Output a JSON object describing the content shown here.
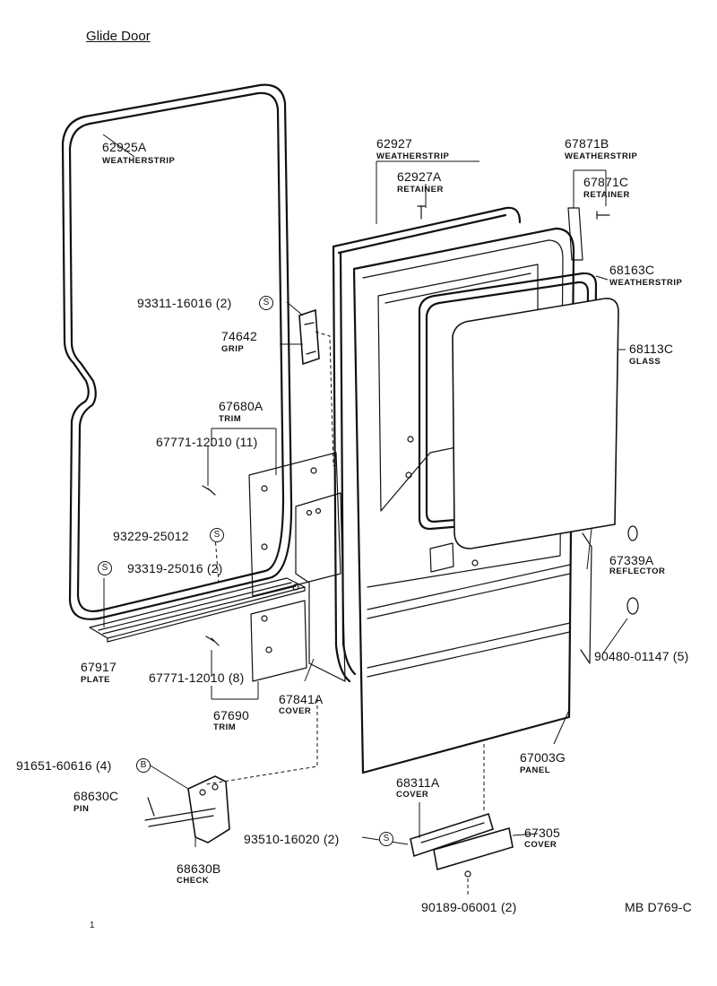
{
  "title": "Glide Door",
  "code": "MB D769-C",
  "footnote": "1",
  "parts": {
    "p62925A": {
      "num": "62925A",
      "name": "WEATHERSTRIP"
    },
    "p62927": {
      "num": "62927",
      "name": "WEATHERSTRIP"
    },
    "p62927A": {
      "num": "62927A",
      "name": "RETAINER"
    },
    "p67871B": {
      "num": "67871B",
      "name": "WEATHERSTRIP"
    },
    "p67871C": {
      "num": "67871C",
      "name": "RETAINER"
    },
    "p68163C": {
      "num": "68163C",
      "name": "WEATHERSTRIP"
    },
    "p68113C": {
      "num": "68113C",
      "name": "GLASS"
    },
    "p74642": {
      "num": "74642",
      "name": "GRIP"
    },
    "p67680A": {
      "num": "67680A",
      "name": "TRIM"
    },
    "p67339A": {
      "num": "67339A",
      "name": "REFLECTOR"
    },
    "p67917": {
      "num": "67917",
      "name": "PLATE"
    },
    "p67690": {
      "num": "67690",
      "name": "TRIM"
    },
    "p67841A": {
      "num": "67841A",
      "name": "COVER"
    },
    "p67003G": {
      "num": "67003G",
      "name": "PANEL"
    },
    "p68311A": {
      "num": "68311A",
      "name": "COVER"
    },
    "p67305": {
      "num": "67305",
      "name": "COVER"
    },
    "p68630C": {
      "num": "68630C",
      "name": "PIN"
    },
    "p68630B": {
      "num": "68630B",
      "name": "CHECK"
    }
  },
  "fasteners": {
    "f93311": "93311-16016 (2)",
    "f67771a": "67771-12010 (11)",
    "f93229": "93229-25012",
    "f93319": "93319-25016 (2)",
    "f90480": "90480-01147 (5)",
    "f67771b": "67771-12010 (8)",
    "f91651": "91651-60616 (4)",
    "f93510": "93510-16020 (2)",
    "f90189": "90189-06001 (2)"
  },
  "symbols": {
    "s": "S",
    "b": "B"
  },
  "icons": [
    "glide-door-assembly-illustration"
  ]
}
